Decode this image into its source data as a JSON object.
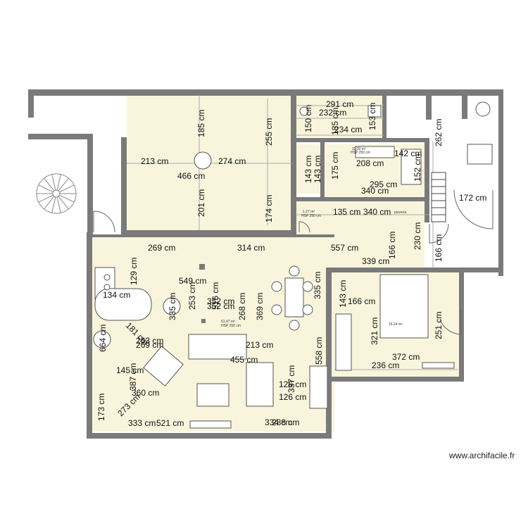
{
  "watermark": "www.archifacile.fr",
  "dimensions": {
    "d291": "291 cm",
    "d232": "232 cm",
    "d150": "150 cm",
    "d185a": "185 cm",
    "d153": "153 cm",
    "d185b": "185 cm",
    "d234": "234 cm",
    "d255": "255 cm",
    "d262": "262 cm",
    "d213a": "213 cm",
    "d466": "466 cm",
    "d274": "274 cm",
    "d143a": "143 cm",
    "d143b": "143 cm",
    "d175": "175 cm",
    "d208": "208 cm",
    "d142": "142 cm",
    "d152": "152 cm",
    "d295": "295 cm",
    "d340a": "340 cm",
    "d201": "201 cm",
    "d174": "174 cm",
    "d172": "172 cm",
    "d135": "135 cm",
    "d340b": "340 cm",
    "d269": "269 cm",
    "d314": "314 cm",
    "d557": "557 cm",
    "d230": "230 cm",
    "d166a": "166 cm",
    "d166b": "166 cm",
    "d129": "129 cm",
    "d339": "339 cm",
    "d549": "549 cm",
    "d134": "134 cm",
    "d253": "253 cm",
    "d516": "516 cm",
    "d352a": "352 cm",
    "d352b": "352 cm",
    "d268": "268 cm",
    "d335a": "335 cm",
    "d335b": "335 cm",
    "d369": "369 cm",
    "d143c": "143 cm",
    "d166c": "166 cm",
    "d251": "251 cm",
    "d181": "181 cm",
    "d263": "263 cm",
    "d269b": "269 cm",
    "d664": "664 cm",
    "d213b": "213 cm",
    "d321": "321 cm",
    "d558": "558 cm",
    "d455": "455 cm",
    "d372": "372 cm",
    "d236": "236 cm",
    "d145": "145 cm",
    "d387": "387 cm",
    "d126a": "126 cm",
    "d126b": "126 cm",
    "d337": "337 cm",
    "d360": "360 cm",
    "d173": "173 cm",
    "d273": "273 cm",
    "d333": "333 cm",
    "d521": "521 cm",
    "d334": "334 cm",
    "d288": "288 cm"
  },
  "rooms": {
    "main_area": "61,47 m²",
    "main_hsp": "HSP 250 cm",
    "bedroom_area": "15,24 m²",
    "wc_area": "1,27 m²",
    "wc_hsp": "HSP 250 cm",
    "bath_area": "11,09 m²",
    "bath_hsp": "HSP 250 cm",
    "pizzeria": "pizzeria"
  },
  "colors": {
    "wall": "#7a7a7a",
    "floor": "#f8f5dc",
    "fixture": "#555555"
  }
}
